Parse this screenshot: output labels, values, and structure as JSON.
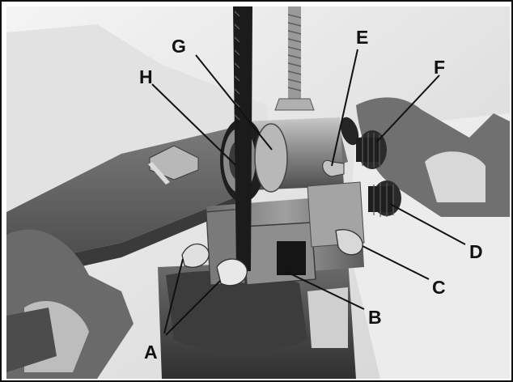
{
  "figure": {
    "callouts": [
      {
        "label": "A"
      },
      {
        "label": "B"
      },
      {
        "label": "C"
      },
      {
        "label": "D"
      },
      {
        "label": "E"
      },
      {
        "label": "F"
      },
      {
        "label": "G"
      },
      {
        "label": "H"
      }
    ]
  },
  "colors": {
    "frame": "#111111",
    "background": "#ffffff",
    "metal_dark": "#3a3a3a",
    "metal_mid": "#8a8a8a",
    "metal_light": "#c8c8c8",
    "casting_light": "#e8e8e8"
  }
}
